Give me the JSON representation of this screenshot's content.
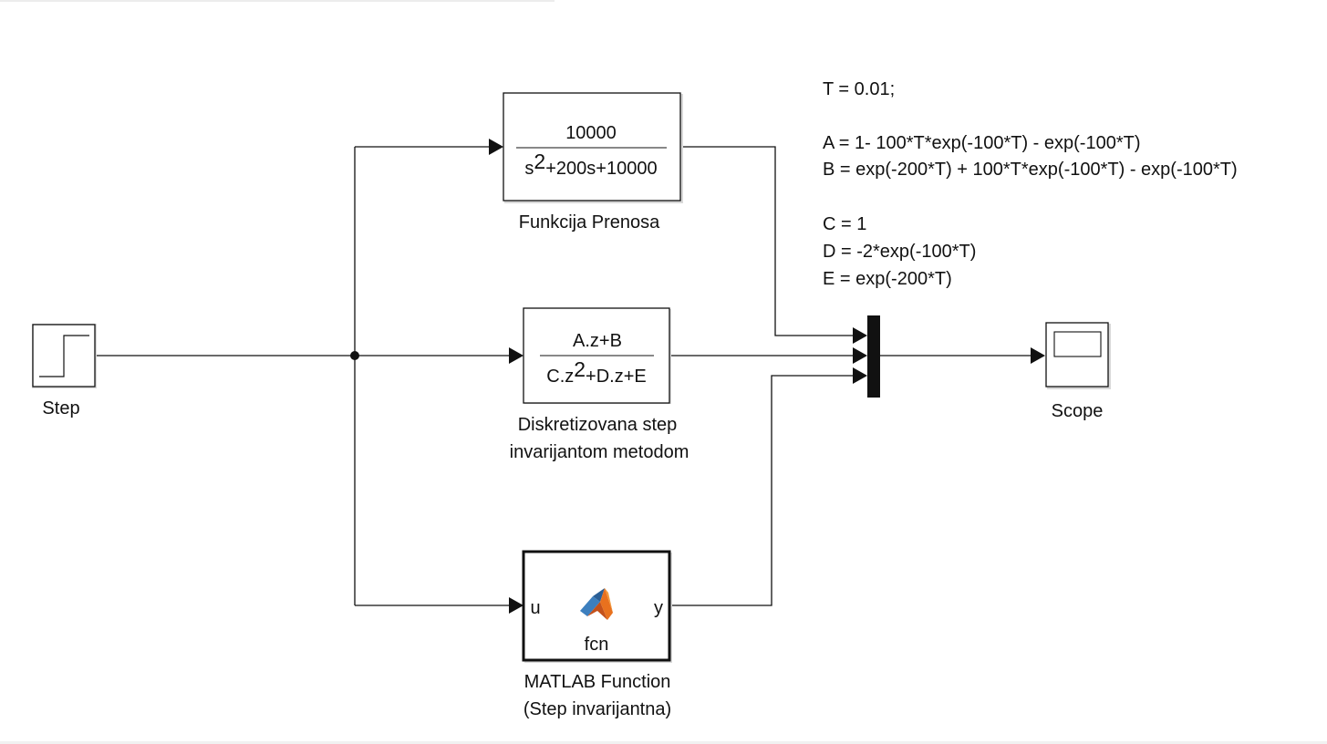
{
  "blocks": {
    "step": {
      "label": "Step"
    },
    "transfer_fcn": {
      "numerator": "10000",
      "denominator": {
        "pre": "s",
        "sup": "2",
        "post": "+200s+10000"
      },
      "label": "Funkcija Prenosa"
    },
    "discrete_tf": {
      "numerator": "A.z+B",
      "denominator": {
        "pre": "C.z",
        "sup": "2",
        "post": "+D.z+E"
      },
      "label_lines": [
        "Diskretizovana step",
        "invarijantom metodom"
      ]
    },
    "matlab_fcn": {
      "input_port": "u",
      "output_port": "y",
      "function_name": "fcn",
      "label_lines": [
        "MATLAB Function",
        "(Step invarijantna)"
      ],
      "icon": "matlab-logo-icon"
    },
    "scope": {
      "label": "Scope"
    }
  },
  "annotation_lines": [
    "T = 0.01;",
    "",
    "A = 1- 100*T*exp(-100*T) - exp(-100*T)",
    "B = exp(-200*T) + 100*T*exp(-100*T) - exp(-100*T)",
    "",
    "C = 1",
    "D = -2*exp(-100*T)",
    "E = exp(-200*T)"
  ],
  "colors": {
    "line": "#111111",
    "block_border": "#111111",
    "background": "#ffffff"
  }
}
